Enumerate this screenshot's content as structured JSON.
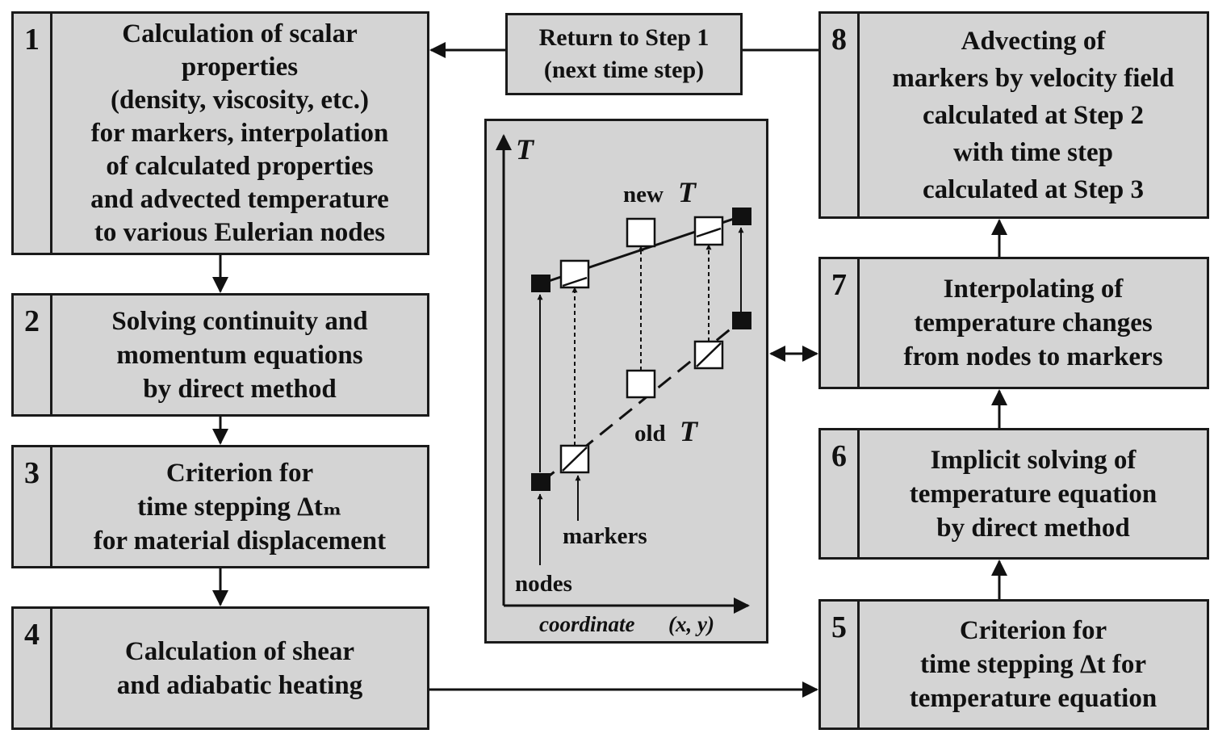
{
  "steps": [
    {
      "num": "1",
      "lines": [
        "Calculation of scalar",
        "properties",
        "(density, viscosity, etc.)",
        "for markers, interpolation",
        "of calculated properties",
        "and advected temperature",
        "to various Eulerian nodes"
      ]
    },
    {
      "num": "2",
      "lines": [
        "Solving continuity and",
        "momentum equations",
        "by direct method"
      ]
    },
    {
      "num": "3",
      "lines": [
        "Criterion for",
        "time stepping Δtₘ",
        "for material displacement"
      ]
    },
    {
      "num": "4",
      "lines": [
        "Calculation of  shear",
        "and adiabatic  heating"
      ]
    },
    {
      "num": "5",
      "lines": [
        "Criterion for",
        "time stepping Δt  for",
        "temperature equation"
      ]
    },
    {
      "num": "6",
      "lines": [
        "Implicit solving of",
        "temperature equation",
        "by direct method"
      ]
    },
    {
      "num": "7",
      "lines": [
        "Interpolating of",
        "temperature changes",
        "from nodes to markers"
      ]
    },
    {
      "num": "8",
      "lines": [
        "Advecting of",
        "markers by velocity field",
        "calculated at Step 2",
        "with time step",
        "calculated at Step 3"
      ]
    }
  ],
  "return_box": {
    "line1": "Return to Step 1",
    "line2": "(next time step)"
  },
  "inset": {
    "y_axis_label": "T",
    "x_axis_label": "coordinate",
    "x_axis_vars": "(x, y)",
    "new_label": "new",
    "old_label": "old",
    "temp_symbol": "T",
    "markers_label": "markers",
    "nodes_label": "nodes"
  }
}
